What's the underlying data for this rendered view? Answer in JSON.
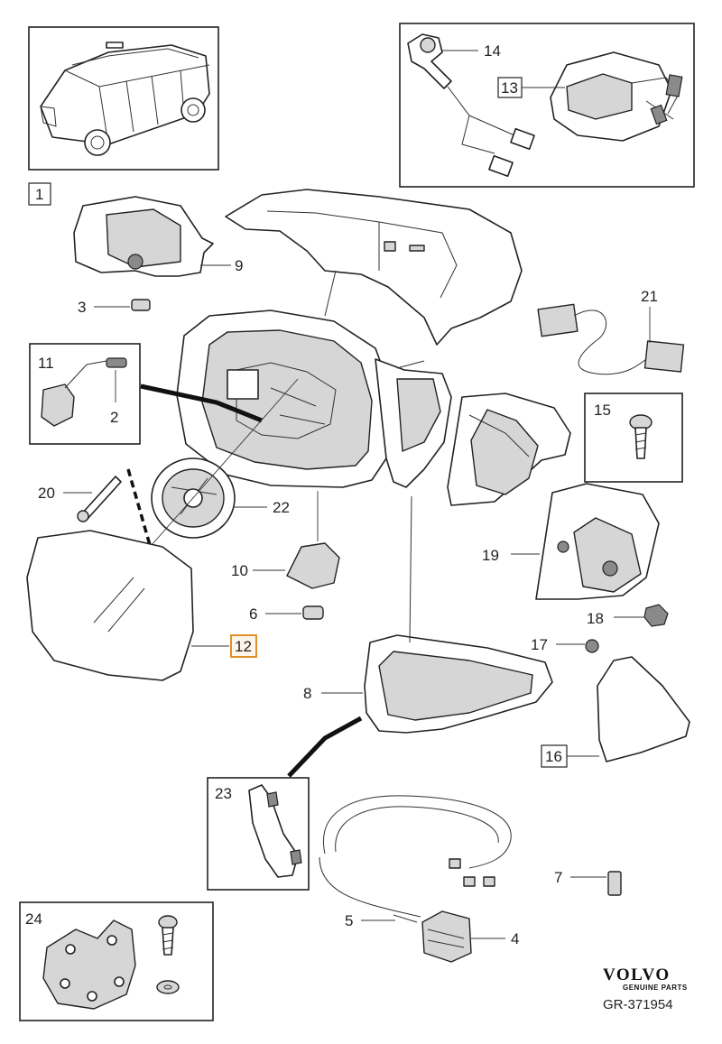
{
  "diagram": {
    "section_label": "1",
    "highlighted_part": "12",
    "brand": {
      "name": "VOLVO",
      "tagline": "GENUINE PARTS"
    },
    "reference": "GR-371954",
    "callouts": {
      "p2": "2",
      "p3": "3",
      "p4": "4",
      "p5": "5",
      "p6": "6",
      "p7": "7",
      "p8": "8",
      "p9": "9",
      "p10": "10",
      "p11": "11",
      "p12": "12",
      "p13": "13",
      "p14": "14",
      "p15": "15",
      "p16": "16",
      "p17": "17",
      "p18": "18",
      "p19": "19",
      "p20": "20",
      "p21": "21",
      "p22": "22",
      "p23": "23",
      "p24": "24"
    },
    "highlight_color": "#e0902a"
  }
}
